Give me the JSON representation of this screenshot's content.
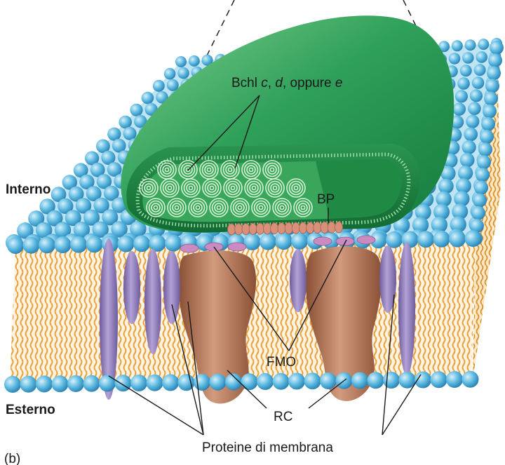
{
  "labels": {
    "interior": "Interno",
    "exterior": "Esterno",
    "bchl_prefix": "Bchl ",
    "bchl_c": "c",
    "bchl_sep1": ", ",
    "bchl_d": "d",
    "bchl_sep2": ", oppure ",
    "bchl_e": "e",
    "baseplate": "BP",
    "fmo": "FMO",
    "reaction_center": "RC",
    "membrane_proteins": "Proteine di membrana",
    "panel": "(b)"
  },
  "colors": {
    "chlorosome_green": "#2fa05a",
    "lipid_head_blue": "#5ab8e0",
    "lipid_tail_orange": "#e8a13a",
    "fmo_pink": "#c98bc0",
    "rc_brown": "#b97a5e",
    "protein_purple": "#8f7bb8",
    "baseplate_salmon": "#d9907a"
  }
}
